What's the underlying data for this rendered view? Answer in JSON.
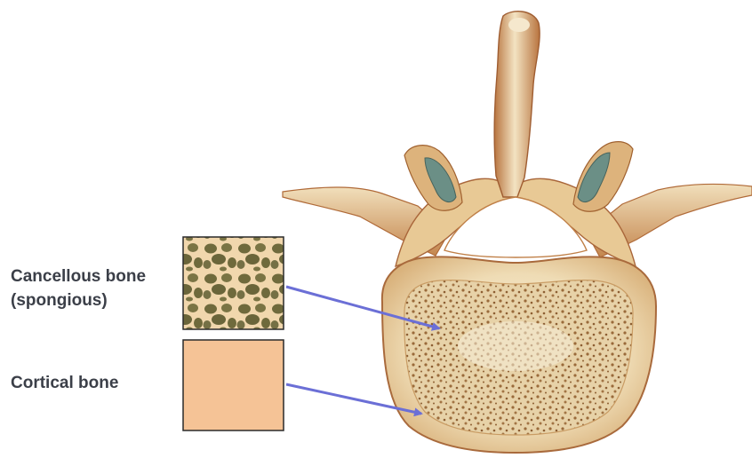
{
  "labels": {
    "cancellous_line1": "Cancellous bone",
    "cancellous_line2": "(spongious)",
    "cortical": "Cortical bone"
  },
  "colors": {
    "arrow": "#6b6fd6",
    "cortical_swatch": "#f5c396",
    "bone_light": "#f6ecd3",
    "bone_mid": "#e9cc96",
    "bone_shadow": "#b26c3b",
    "cancellous_dark": "#6f6a3c",
    "cancellous_trabeculae": "#f1d7ad",
    "cartilage": "#6b8f86"
  },
  "legend": [
    {
      "name": "cancellous-swatch",
      "pattern": "trabecular"
    },
    {
      "name": "cortical-swatch",
      "pattern": "solid"
    }
  ],
  "illustration": {
    "subject": "vertebra-superior-view"
  }
}
